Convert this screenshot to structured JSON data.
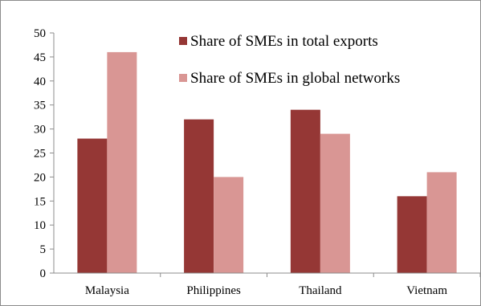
{
  "chart_data": {
    "type": "bar",
    "categories": [
      "Malaysia",
      "Philippines",
      "Thailand",
      "Vietnam"
    ],
    "series": [
      {
        "name": "Share of SMEs in total exports",
        "color": "#953735",
        "values": [
          28,
          32,
          34,
          16
        ]
      },
      {
        "name": "Share of SMEs in global networks",
        "color": "#d99694",
        "values": [
          46,
          20,
          29,
          21
        ]
      }
    ],
    "title": "",
    "xlabel": "",
    "ylabel": "",
    "ylim": [
      0,
      50
    ],
    "yticks": [
      0,
      5,
      10,
      15,
      20,
      25,
      30,
      35,
      40,
      45,
      50
    ],
    "grid": false,
    "legend_position": "top-right"
  }
}
